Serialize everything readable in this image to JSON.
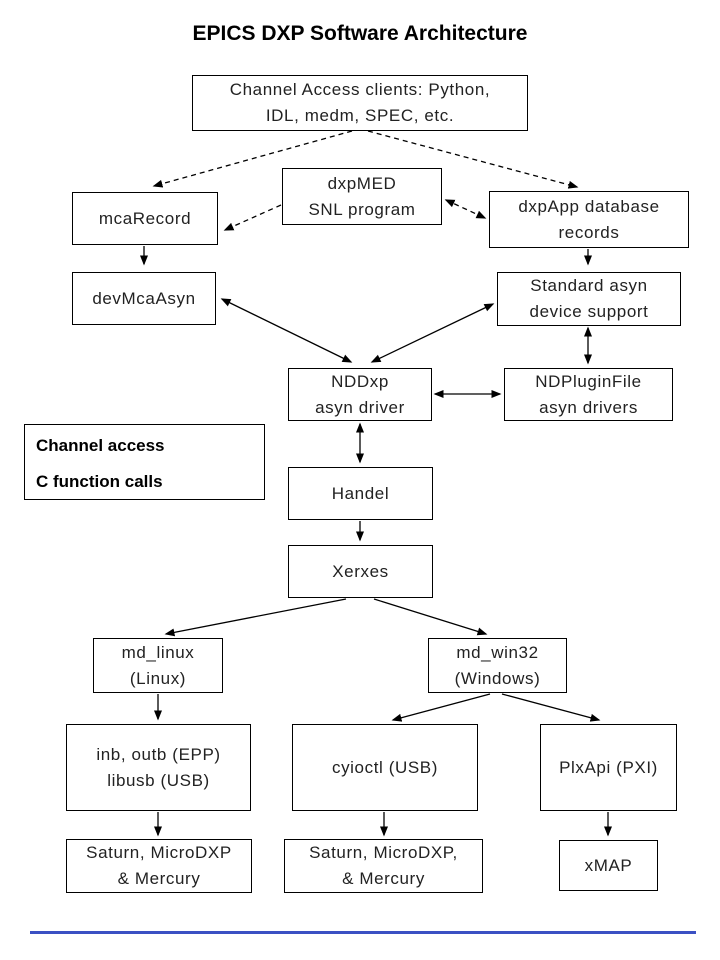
{
  "title": "EPICS DXP Software Architecture",
  "legend": {
    "channel_access_label": "Channel access",
    "c_function_calls_label": "C function calls"
  },
  "nodes": {
    "ca_clients": {
      "line1": "Channel Access clients: Python,",
      "line2": "IDL, medm, SPEC, etc."
    },
    "mca_record": {
      "line1": "mcaRecord"
    },
    "dxpmed": {
      "line1": "dxpMED",
      "line2": "SNL program"
    },
    "dxpapp": {
      "line1": "dxpApp database",
      "line2": "records"
    },
    "devmcaasyn": {
      "line1": "devMcaAsyn"
    },
    "std_asyn": {
      "line1": "Standard asyn",
      "line2": "device support"
    },
    "nddxp": {
      "line1": "NDDxp",
      "line2": "asyn driver"
    },
    "ndpluginfile": {
      "line1": "NDPluginFile",
      "line2": "asyn drivers"
    },
    "handel": {
      "line1": "Handel"
    },
    "xerxes": {
      "line1": "Xerxes"
    },
    "md_linux": {
      "line1": "md_linux",
      "line2": "(Linux)"
    },
    "md_win32": {
      "line1": "md_win32",
      "line2": "(Windows)"
    },
    "inb_outb": {
      "line1": "inb, outb (EPP)",
      "line2": "libusb (USB)"
    },
    "cyioctl": {
      "line1": "cyioctl (USB)"
    },
    "plxapi": {
      "line1": "PlxApi (PXI)"
    },
    "saturn_linux": {
      "line1": "Saturn, MicroDXP",
      "line2": "& Mercury"
    },
    "saturn_win": {
      "line1": "Saturn, MicroDXP,",
      "line2": "& Mercury"
    },
    "xmap": {
      "line1": "xMAP"
    }
  },
  "colors": {
    "diagram_line": "#000000",
    "box_border": "#000000",
    "box_text": "#222222",
    "title_text": "#000000",
    "bottom_rule_blue": "#3b50c3"
  }
}
